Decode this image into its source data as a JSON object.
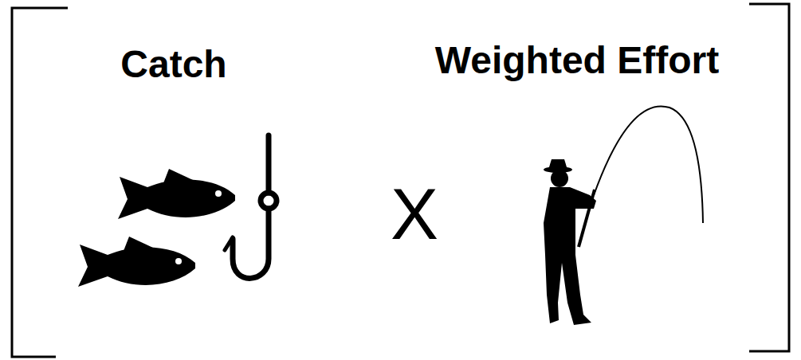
{
  "diagram": {
    "labels": [
      "Catch",
      "Weighted Effort",
      "X"
    ]
  }
}
